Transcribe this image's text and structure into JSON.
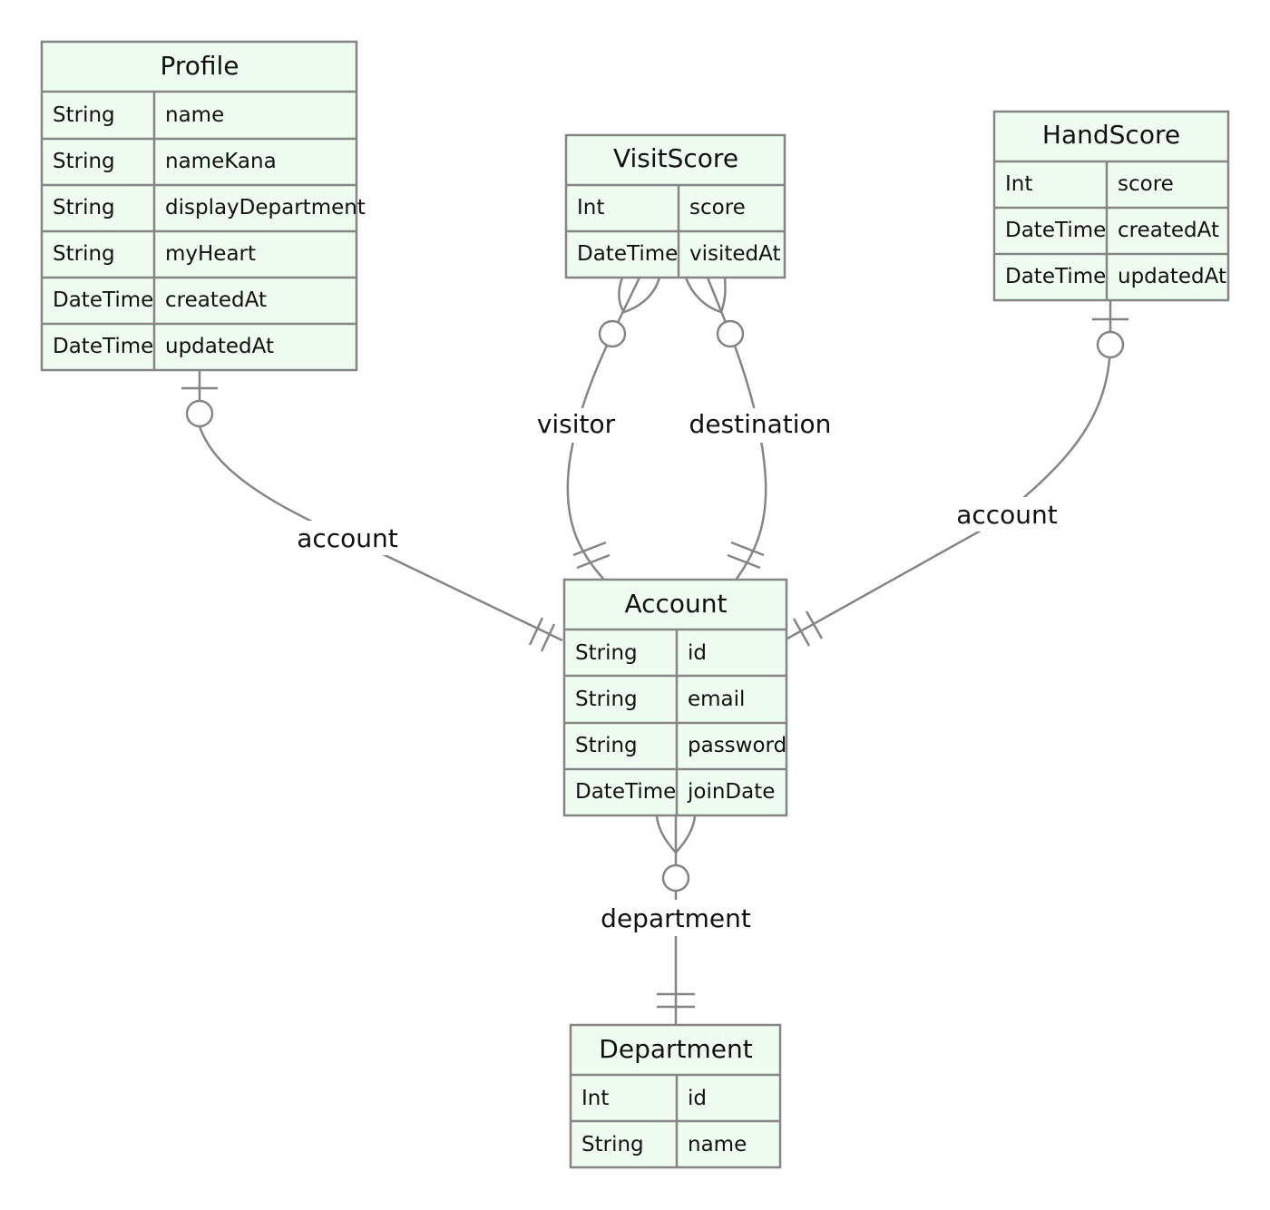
{
  "entities": {
    "profile": {
      "name": "Profile",
      "attributes": [
        {
          "type": "String",
          "name": "name"
        },
        {
          "type": "String",
          "name": "nameKana"
        },
        {
          "type": "String",
          "name": "displayDepartment"
        },
        {
          "type": "String",
          "name": "myHeart"
        },
        {
          "type": "DateTime",
          "name": "createdAt"
        },
        {
          "type": "DateTime",
          "name": "updatedAt"
        }
      ]
    },
    "visitscore": {
      "name": "VisitScore",
      "attributes": [
        {
          "type": "Int",
          "name": "score"
        },
        {
          "type": "DateTime",
          "name": "visitedAt"
        }
      ]
    },
    "handscore": {
      "name": "HandScore",
      "attributes": [
        {
          "type": "Int",
          "name": "score"
        },
        {
          "type": "DateTime",
          "name": "createdAt"
        },
        {
          "type": "DateTime",
          "name": "updatedAt"
        }
      ]
    },
    "account": {
      "name": "Account",
      "attributes": [
        {
          "type": "String",
          "name": "id"
        },
        {
          "type": "String",
          "name": "email"
        },
        {
          "type": "String",
          "name": "password"
        },
        {
          "type": "DateTime",
          "name": "joinDate"
        }
      ]
    },
    "department": {
      "name": "Department",
      "attributes": [
        {
          "type": "Int",
          "name": "id"
        },
        {
          "type": "String",
          "name": "name"
        }
      ]
    }
  },
  "relationships": {
    "profile_account": {
      "label": "account",
      "from": "Profile",
      "to": "Account",
      "from_cardinality": "zero-or-one",
      "to_cardinality": "exactly-one"
    },
    "visitscore_visitor": {
      "label": "visitor",
      "from": "VisitScore",
      "to": "Account",
      "from_cardinality": "zero-or-many",
      "to_cardinality": "exactly-one"
    },
    "visitscore_destination": {
      "label": "destination",
      "from": "VisitScore",
      "to": "Account",
      "from_cardinality": "zero-or-many",
      "to_cardinality": "exactly-one"
    },
    "handscore_account": {
      "label": "account",
      "from": "HandScore",
      "to": "Account",
      "from_cardinality": "zero-or-one",
      "to_cardinality": "exactly-one"
    },
    "account_department": {
      "label": "department",
      "from": "Account",
      "to": "Department",
      "from_cardinality": "zero-or-many",
      "to_cardinality": "exactly-one"
    }
  },
  "colors": {
    "entity_fill": "#effdf0",
    "line": "#858585",
    "text": "#111111"
  }
}
